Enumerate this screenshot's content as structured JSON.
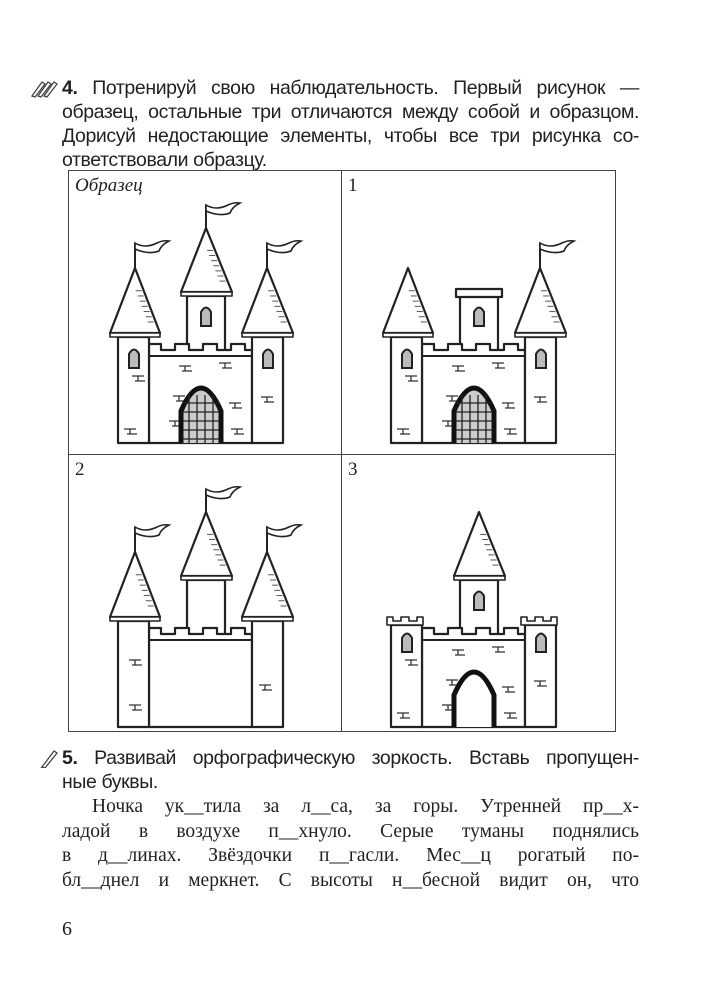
{
  "task4": {
    "number": "4.",
    "lines": [
      "Потренируй свою наблюдательность. Первый рисунок —",
      "образец, остальные три отличаются между собой и образцом.",
      "Дорисуй недостающие элементы, чтобы все три рисунка со-",
      "ответствовали образцу."
    ],
    "icon": "pencils-icon"
  },
  "grid": {
    "cells": [
      {
        "label": "Образец"
      },
      {
        "label": "1"
      },
      {
        "label": "2"
      },
      {
        "label": "3"
      }
    ]
  },
  "task5": {
    "number": "5.",
    "lines": [
      "Развивай орфографическую зоркость. Вставь пропущен-",
      "ные буквы."
    ],
    "icon": "pencil-icon"
  },
  "text5": {
    "lines": [
      "Ночка ук__тила за л__са, за горы. Утренней пр__х-",
      "ладой в воздухе п__хнуло. Серые туманы поднялись",
      "в д__линах. Звёздочки п__гасли. Мес__ц рогатый по-",
      "бл__днел и меркнет. С высоты н__бесной видит он, что"
    ]
  },
  "page_number": "6"
}
